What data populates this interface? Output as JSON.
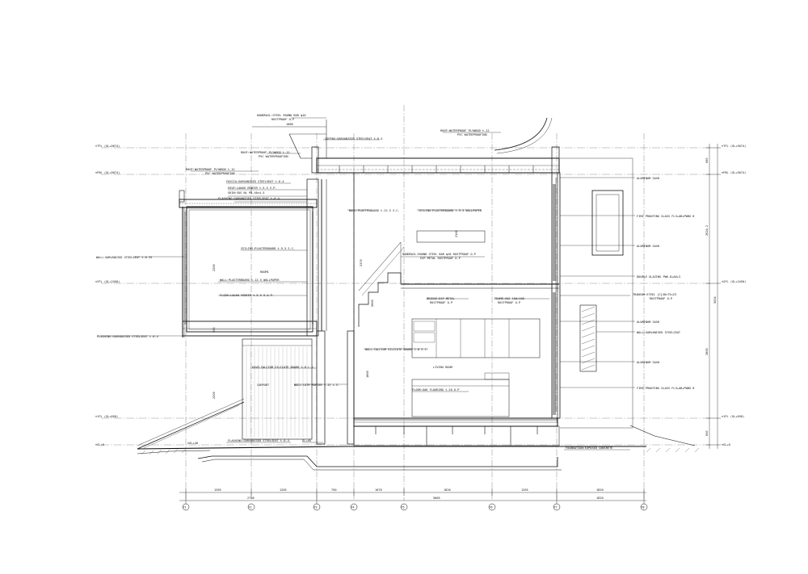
{
  "levels": {
    "top_left": "▽TFL (GL+5674)",
    "fbl_left": "▽FBL (GL+5074)",
    "f2_left": "▽2FL (GL+2450)",
    "f1_left": "▽1FL (GL+650)",
    "gl_left": "▽GL+0",
    "top_right": "▽TFL (GL+5674)",
    "fbl_right": "▽FBL (GL+5074)",
    "f2_right": "▽2FL (GL+2450)",
    "f1_right": "▽1FL (GL+650)",
    "gl_right": "▽GL+0",
    "gl_small": "▽GL+40"
  },
  "labels": {
    "handrail": "HANDRAIL:STEEL ROUND BAR φ16",
    "handrail2": "RUSTPROOF O.P",
    "roof_ply_r": "ROOF:WATERPROOF PLYWOOD t-12",
    "roof_ply_r2": "PVC WATERPROOFING",
    "coping": "COPING:GARVANISED STEELSEAT t-0.4",
    "roof_ply_m": "ROOF:WATERPROOF PLYWOOD t-12",
    "roof_ply_m2": "PVC WATERPROOFING",
    "roof_ply_l": "ROOF:WATERPROOF PLYWOOD t-12",
    "roof_ply_l2": "PVC WATERPROOFING",
    "fascia": "FASCIA:GARVANISED STEELSEAT t-0.4",
    "eave": "EAVE:LAUAN VENEER t-5.5 V.P.",
    "eave2": "SKIN:SUS NL PB-40×4.5",
    "flashing_top": "FLASHING:GARVANISED STEELSEAT t-0.4",
    "wall_pb_top": "WALL:PLASTERBOARD t-12.5 S.C.",
    "ceiling_top": "CEILING:PLASTERBOARD t-9.5 WALLPAPER",
    "wall_steel_left": "WALL:GARVANISED STEELSEAT t-0.35",
    "ceiling_room": "CEILING:PLASTERBOARD t-9.5 S.C.",
    "room": "ROOM1",
    "wall_room": "WALL:PLASTERBOARD t-12.5 WALLPAPER",
    "floor_room": "FLOOR:LAUAN VENEER t-5.5 U.O.P.",
    "handrail_mid": "HANDRAIL:ROUND STEEL BAR φ16 RUSTPROOF O.P",
    "handrail_mid2": "EXP METAL RUSTPROOF O.P",
    "bridge": "BRIDGE:EXP METAL",
    "bridge2": "RUSTPROOF O.P",
    "frame": "FRAME:SUS 100×100",
    "frame2": "RUSTPROOF O.P",
    "flashing_left": "FLASHING:GARVANISED STEELSEAT t-0.4",
    "wall_calcium": "WALL:CALCIUM SILICATE BOARD t-8 S.C.",
    "eave_calcium": "EAVE:CALCIUM SILICATE BOARD t-8 L.S.",
    "carport": "CARPORT",
    "wall_lath": "WALL:LATH MORTAR t-15 L.S.",
    "living": "LIVING ROOM",
    "floor_oak": "FLOOR:OAK FLOORING t-20 O.P",
    "flashing_bottom": "FLASHING:GARVANISED STEELSEAT t-0.4",
    "gl_marker": "GL+40",
    "foundation": "FOUNDATION:EXPOSED CONCRETE",
    "al_sash_1": "ALUMINUM SASH",
    "fire_glass_1": "FIRE PROOFING GLASS FL3+AB+PWBG 8",
    "al_sash_2": "ALUMINUM SASH",
    "double_glazing": "DOUBLE GLAZING PW6.8+A6+3",
    "transom": "TRANSOM:STEEL [C]40×75×23",
    "transom2": "RUSTPROOF O.P",
    "al_sash_3": "ALUMINUM SASH",
    "wall_steel_right": "WALL:GARVANISED STEELSEAT",
    "al_sash_4": "ALUMINUM SASH",
    "fire_glass_2": "FIRE PROOFING GLASS FL3+AB+PWBG 8"
  },
  "dims_vertical": {
    "r_top": "600",
    "r_upper": "2624.2",
    "r_total": "5024",
    "r_lower": "2800",
    "r_base": "650",
    "inner_2200": "2200",
    "inner_2370": "2370",
    "inner_5000": "5000",
    "inner_1800": "1800",
    "inner_2100": "2100",
    "inner_250": "250",
    "inner_2200b": "2200"
  },
  "dims_horizontal": {
    "top_1000": "1000",
    "seg1": "1265",
    "seg2": "1265",
    "seg3": "750",
    "seg4": "1070",
    "seg5": "1820",
    "seg6": "1265",
    "seg7": "1820",
    "total_left": "2730",
    "total_mid": "5005",
    "total_right": "1820"
  },
  "axes": [
    "Y1",
    "Y2",
    "Y3",
    "Y4",
    "Y5",
    "Y6",
    "Y7",
    "Y8"
  ]
}
